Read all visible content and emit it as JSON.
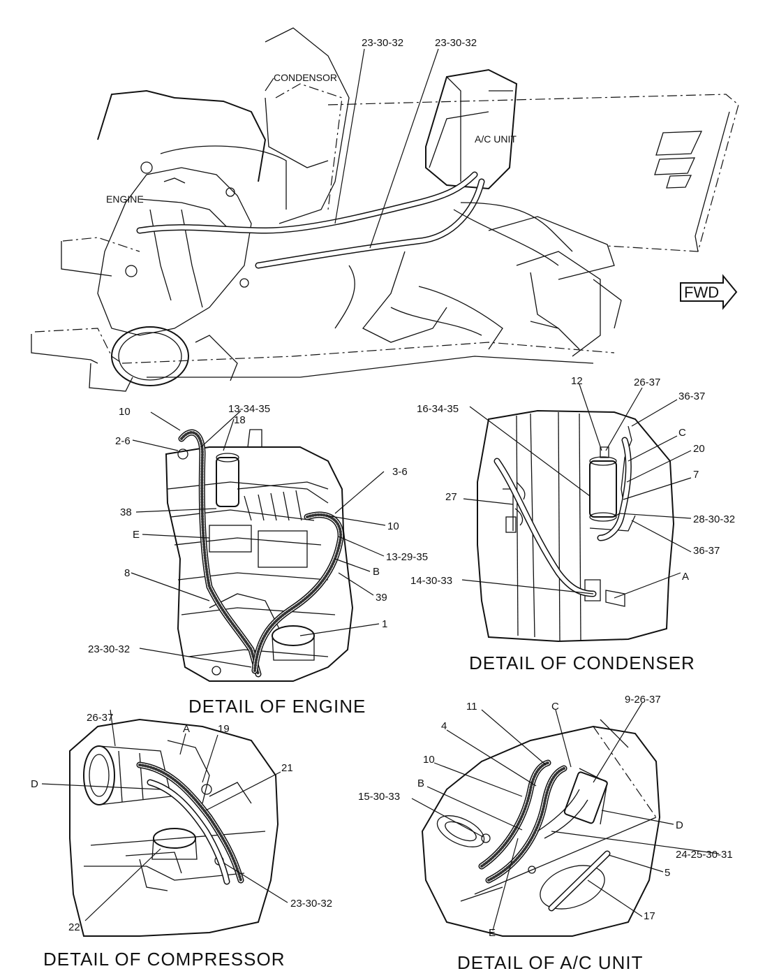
{
  "overview": {
    "labels": {
      "condensor": "CONDENSOR",
      "ac_unit": "A/C  UNIT",
      "engine": "ENGINE",
      "fwd": "FWD"
    },
    "callouts": [
      "23-30-32",
      "23-30-32"
    ]
  },
  "engine_detail": {
    "title": "DETAIL  OF  ENGINE",
    "callouts": [
      "10",
      "13-34-35",
      "18",
      "2-6",
      "3-6",
      "38",
      "10",
      "E",
      "13-29-35",
      "B",
      "8",
      "39",
      "1",
      "23-30-32"
    ]
  },
  "condenser_detail": {
    "title": "DETAIL  OF  CONDENSER",
    "callouts": [
      "12",
      "26-37",
      "36-37",
      "16-34-35",
      "C",
      "20",
      "7",
      "27",
      "28-30-32",
      "36-37",
      "14-30-33",
      "A"
    ]
  },
  "compressor_detail": {
    "title": "DETAIL  OF  COMPRESSOR",
    "callouts": [
      "26-37",
      "A",
      "19",
      "21",
      "D",
      "23-30-32",
      "22"
    ]
  },
  "ac_unit_detail": {
    "title": "DETAIL  OF  A/C  UNIT",
    "callouts": [
      "11",
      "C",
      "9-26-37",
      "4",
      "10",
      "B",
      "15-30-33",
      "D",
      "24-25-30-31",
      "5",
      "17",
      "E"
    ]
  }
}
